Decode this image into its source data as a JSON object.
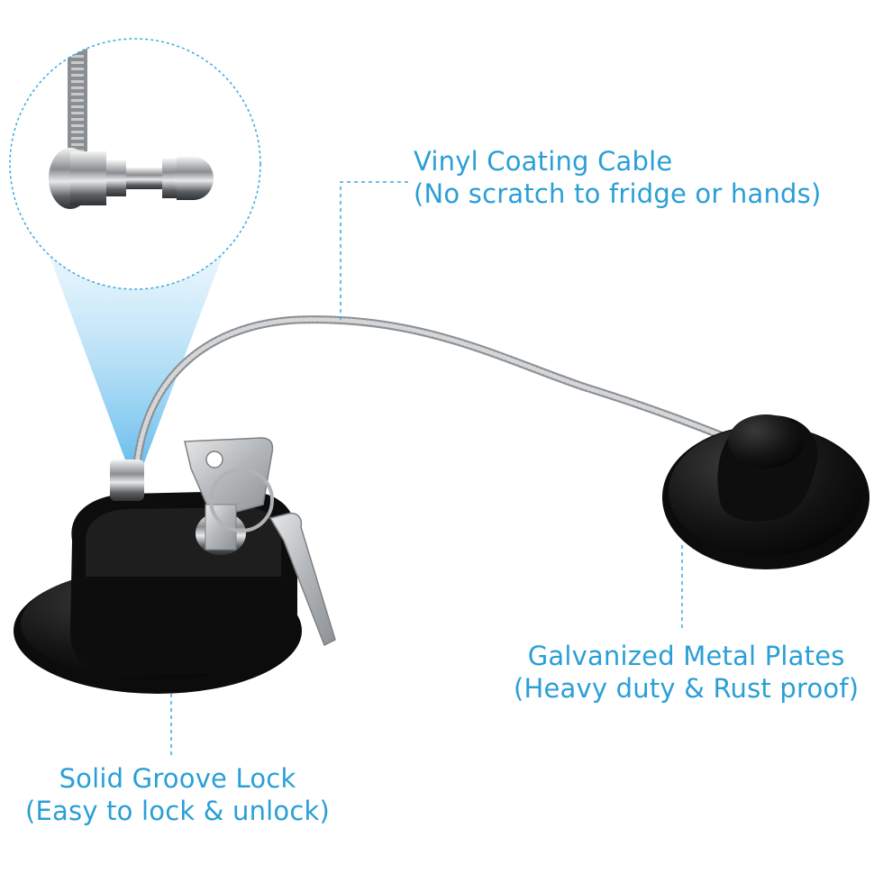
{
  "callouts": {
    "cable": {
      "line1": "Vinyl Coating Cable",
      "line2": "(No scratch to fridge or hands)"
    },
    "plates": {
      "line1": "Galvanized Metal Plates",
      "line2": "(Heavy duty & Rust proof)"
    },
    "lock": {
      "line1": "Solid Groove Lock",
      "line2": "(Easy to lock & unlock)"
    }
  },
  "colors": {
    "callout_text": "#2a9fd6",
    "dashed_leader": "#3aa8dd",
    "lock_body": "#111111",
    "cable": "#b8bcc0",
    "key_metal": "#c9cbcd"
  }
}
